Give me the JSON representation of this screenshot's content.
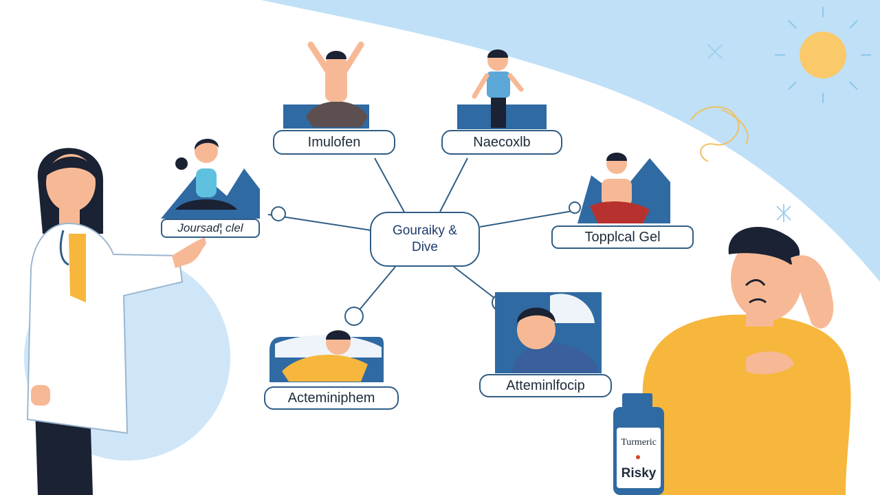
{
  "diagram": {
    "center": {
      "line1": "Gouraiky &",
      "line2": "Dive"
    },
    "nodes": {
      "n1": "Imulofen",
      "n2": "Naecoxlb",
      "n3": "Joursad¦ clel",
      "n4": "Topplcal Gel",
      "n5": "Acteminiphem",
      "n6": "Atteminlfocip"
    },
    "bottle": {
      "line1": "Turmeric",
      "line2": "Risky"
    }
  },
  "colors": {
    "line": "#2f5d84",
    "sky": "#bfe0f7",
    "sun": "#f9c96a",
    "shirt": "#f6b73c",
    "skin": "#f7b995",
    "hair": "#1a2233"
  }
}
